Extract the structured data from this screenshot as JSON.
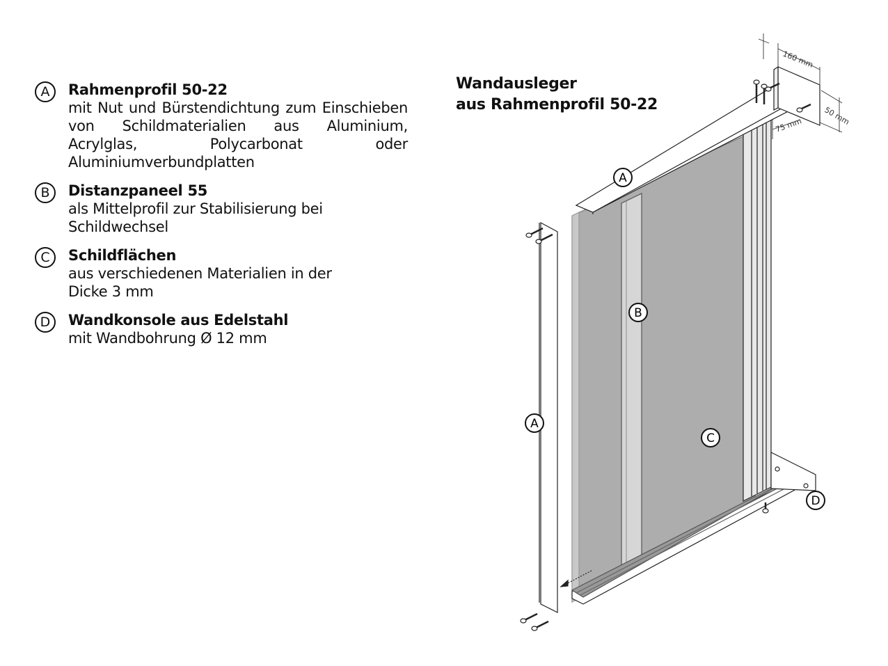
{
  "legend": {
    "items": [
      {
        "badge": "A",
        "title": "Rahmenprofil 50-22",
        "description": "mit Nut und Bürstendichtung zum Einschieben von Schildmaterialien aus Aluminium, Acrylglas, Polycarbonat oder Aluminiumverbundplatten"
      },
      {
        "badge": "B",
        "title": "Distanzpaneel 55",
        "description": "als Mittelprofil zur Stabilisierung bei Schildwechsel"
      },
      {
        "badge": "C",
        "title": "Schildflächen",
        "description": "aus verschiedenen Materialien in der Dicke 3 mm"
      },
      {
        "badge": "D",
        "title": "Wandkonsole aus Edelstahl",
        "description": "mit Wandbohrung Ø 12 mm"
      }
    ]
  },
  "diagram": {
    "title_line1": "Wandausleger",
    "title_line2": "aus Rahmenprofil 50-22",
    "callouts": {
      "top_profile": "A",
      "side_profile": "A",
      "middle_panel": "B",
      "sign_surface": "C",
      "wall_bracket": "D"
    },
    "dimensions": {
      "bracket_length": "160 mm",
      "bracket_height": "50 mm",
      "offset": "75 mm"
    },
    "colors": {
      "panel_fill": "#adadad",
      "profile_fill": "#d8d8d8",
      "line": "#222222"
    }
  }
}
